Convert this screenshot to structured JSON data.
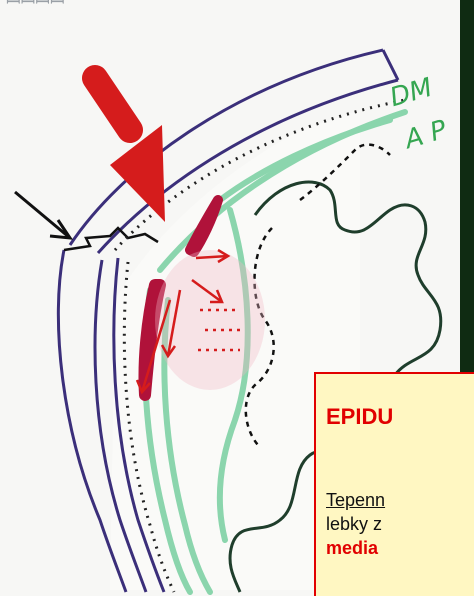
{
  "handwritten_labels": [
    "DM",
    "A P"
  ],
  "top_scribble": "ꟷꟷꟷꟷ",
  "callout": {
    "title": "EPIDU",
    "line1": "Tepenn",
    "line2": "lebky z",
    "line3": "media"
  },
  "colors": {
    "skull_outline": "#3b2f7a",
    "dura_green": "#7fd2a5",
    "brain_outline": "#111111",
    "hematoma": "#b0123a",
    "arrow_red": "#d51c1c",
    "callout_border": "#e10000",
    "callout_bg": "#fff7c2",
    "dark_panel": "#0f2b12"
  },
  "icons": [
    "big-red-arrow-icon",
    "black-arrow-icon",
    "small-red-arrows-icon"
  ]
}
